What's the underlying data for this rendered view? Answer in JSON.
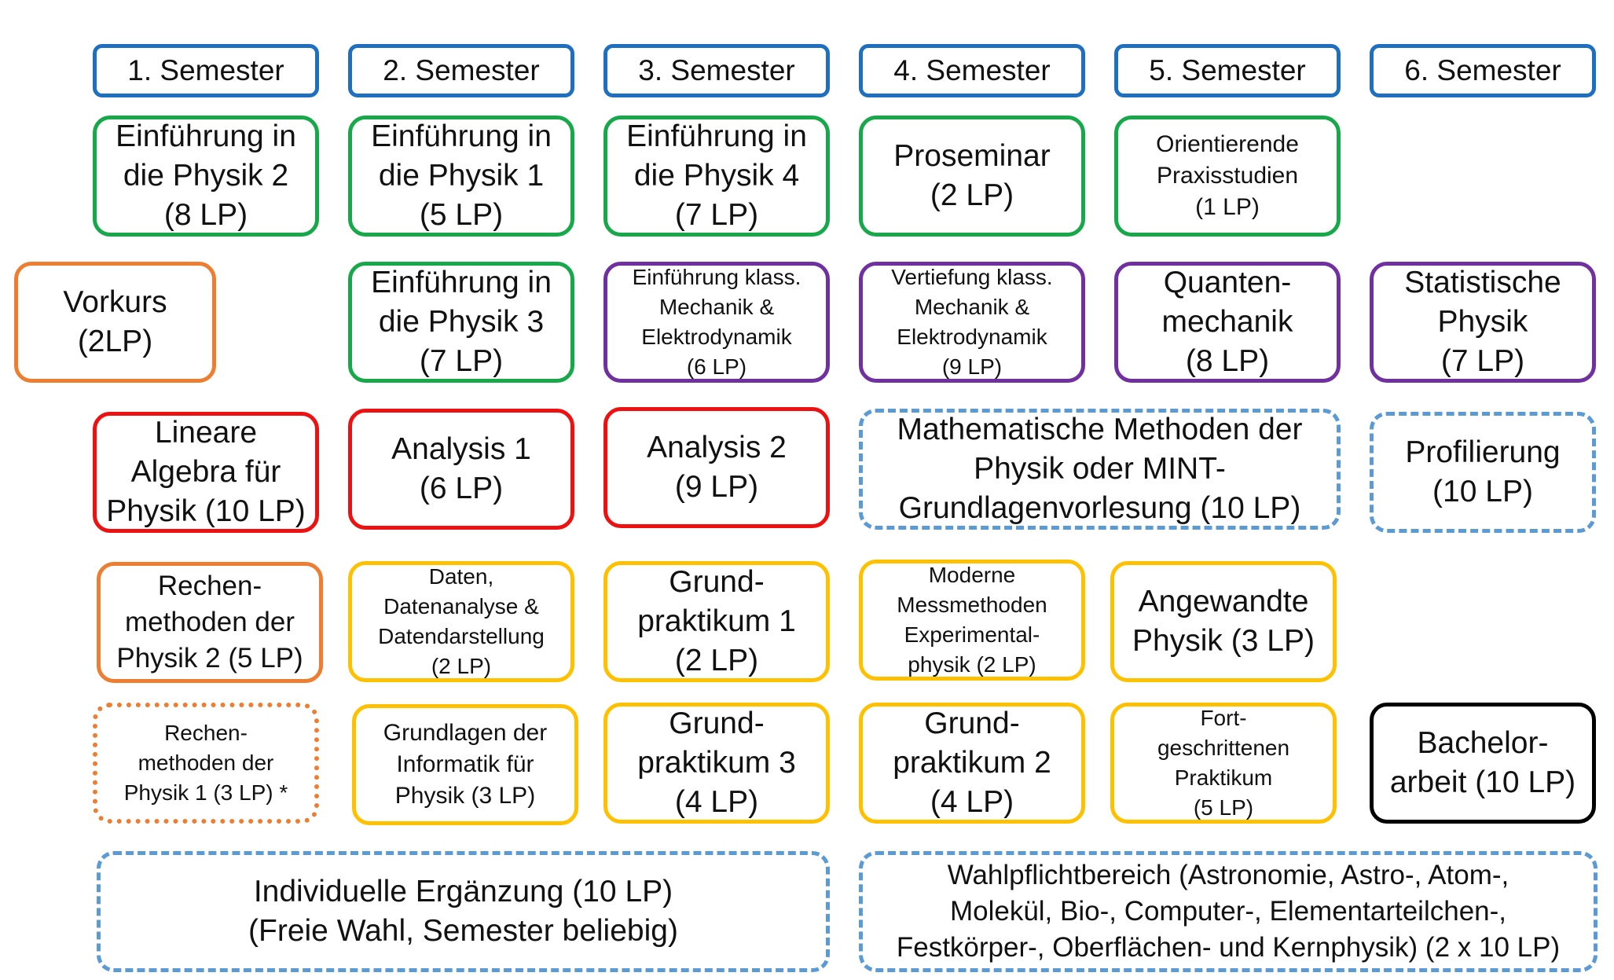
{
  "semesters": [
    "1. Semester",
    "2. Semester",
    "3. Semester",
    "4. Semester",
    "5. Semester",
    "6. Semester"
  ],
  "modules": {
    "einf2": "Einführung in\ndie Physik 2\n(8 LP)",
    "einf1": "Einführung in\ndie Physik 1\n(5 LP)",
    "einf4": "Einführung in\ndie Physik 4\n(7 LP)",
    "proseminar": "Proseminar\n(2 LP)",
    "praxis": "Orientierende\nPraxisstudien\n(1 LP)",
    "vorkurs": "Vorkurs\n(2LP)",
    "einf3": "Einführung in\ndie Physik 3\n(7 LP)",
    "klass_einf": "Einführung klass.\nMechanik &\nElektrodynamik\n(6 LP)",
    "klass_vert": "Vertiefung klass.\nMechanik &\nElektrodynamik\n(9 LP)",
    "quanten": "Quanten-\nmechanik\n(8 LP)",
    "statistik": "Statistische\nPhysik\n(7 LP)",
    "linalg": "Lineare\nAlgebra für\nPhysik (10 LP)",
    "analysis1": "Analysis 1\n(6 LP)",
    "analysis2": "Analysis 2\n(9 LP)",
    "mathmeth": "Mathematische Methoden der\nPhysik oder MINT-\nGrundlagenvorlesung (10 LP)",
    "profil": "Profilierung\n(10 LP)",
    "rechen2": "Rechen-\nmethoden der\nPhysik 2 (5 LP)",
    "daten": "Daten,\nDatenanalyse &\nDatendarstellung\n(2 LP)",
    "grund1": "Grund-\npraktikum 1\n(2 LP)",
    "messmeth": "Moderne\nMessmethoden\nExperimental-\nphysik (2 LP)",
    "angewandt": "Angewandte\nPhysik (3 LP)",
    "rechen1": "Rechen-\nmethoden der\nPhysik 1 (3 LP) *",
    "informatik": "Grundlagen der\nInformatik für\nPhysik (3 LP)",
    "grund3": "Grund-\npraktikum 3\n(4 LP)",
    "grund2": "Grund-\npraktikum 2\n(4 LP)",
    "fortgeschritten": "Fort-\ngeschrittenen\nPraktikum\n(5 LP)",
    "bachelor": "Bachelor-\narbeit (10 LP)",
    "individuell": "Individuelle Ergänzung (10 LP)\n(Freie Wahl, Semester beliebig)",
    "wahlpflicht": "Wahlpflichtbereich (Astronomie, Astro-, Atom-,\nMolekül, Bio-, Computer-, Elementarteilchen-,\nFestkörper-, Oberflächen- und Kernphysik) (2 x 10 LP)"
  }
}
